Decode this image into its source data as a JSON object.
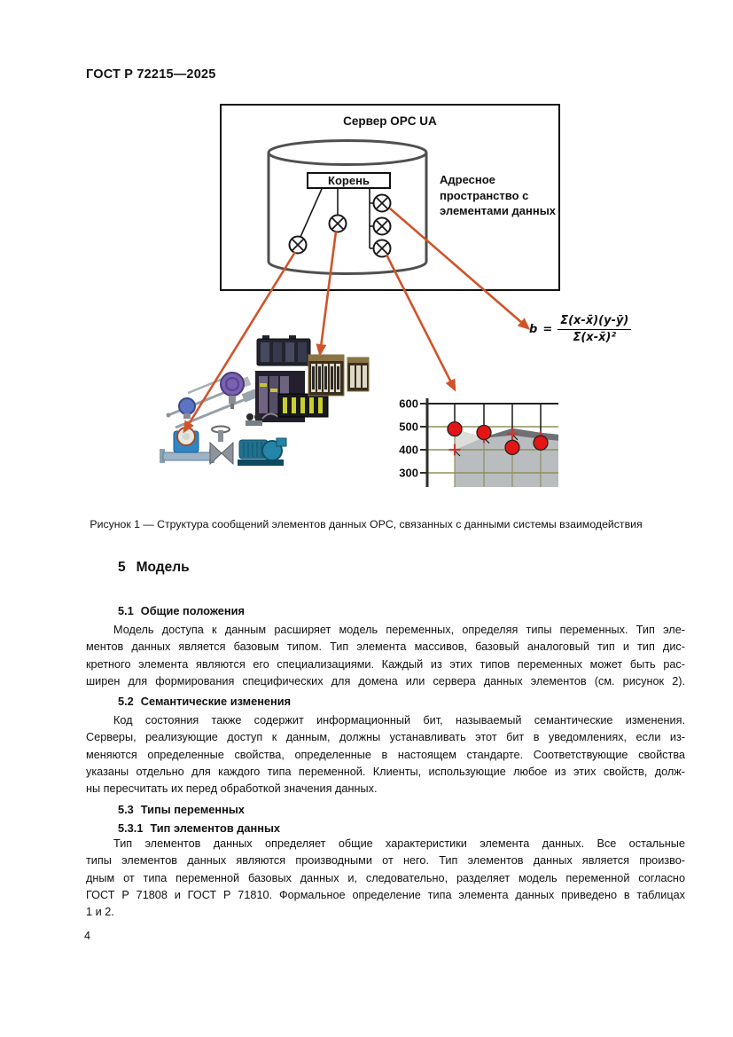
{
  "page": {
    "header": "ГОСТ Р 72215—2025",
    "page_number": "4"
  },
  "figure": {
    "server_box_label": "Сервер OPC UA",
    "root_label": "Корень",
    "address_space_label": "Адресное пространство с элементами данных",
    "formula": {
      "lhs": "b",
      "equals": "=",
      "numerator": "Σ(x-x̄)(y-ȳ)",
      "denominator": "Σ(x-x̄)²"
    },
    "caption": "Рисунок 1 — Структура сообщений элементов данных OPC, связанных с данными системы взаимодействия"
  },
  "chart_data": {
    "type": "area",
    "x": [
      1,
      2,
      3,
      4
    ],
    "series": [
      {
        "name": "circle-markers",
        "marker": "circle",
        "color": "#e31515",
        "values": [
          490,
          475,
          410,
          430
        ]
      },
      {
        "name": "cross-markers",
        "marker": "cross",
        "color": "#c43a33",
        "values": [
          400,
          455,
          470,
          455
        ]
      }
    ],
    "yticks": [
      600,
      500,
      400,
      300
    ],
    "ylim": [
      250,
      620
    ],
    "grid": true,
    "legend": "none",
    "title": "",
    "xlabel": "",
    "ylabel": ""
  },
  "colors": {
    "arrow": "#d0542a",
    "diagram_outline": "#4f4f4f",
    "chart_grid": "#8f8f5f",
    "area_light": "#b9bdbf",
    "area_pale": "#dcdedc",
    "area_dark": "#6e7174",
    "marker_red": "#e31515",
    "cross_red": "#c43a33"
  },
  "sections": {
    "main": {
      "number": "5",
      "title": "Модель"
    },
    "s51": {
      "number": "5.1",
      "title": "Общие положения",
      "lines": [
        "Модель доступа к данным расширяет модель переменных, определяя типы переменных. Тип эле-",
        "ментов данных является базовым типом. Тип элемента массивов, базовый аналоговый тип и тип дис-",
        "кретного элемента являются его специализациями. Каждый из этих типов переменных может быть рас-",
        "ширен для формирования специфических для домена или сервера данных элементов (см. рисунок 2)."
      ]
    },
    "s52": {
      "number": "5.2",
      "title": "Семантические изменения",
      "lines": [
        "Код состояния также содержит информационный бит, называемый семантические изменения.",
        "Серверы, реализующие доступ к данным, должны устанавливать этот бит в уведомлениях, если из-",
        "меняются определенные свойства, определенные в настоящем стандарте. Соответствующие свойства",
        "указаны отдельно для каждого типа переменной. Клиенты, использующие любое из этих свойств, долж-",
        "ны пересчитать их перед обработкой значения данных."
      ]
    },
    "s53": {
      "number": "5.3",
      "title": "Типы переменных"
    },
    "s531": {
      "number": "5.3.1",
      "title": "Тип элементов данных",
      "lines": [
        "Тип элементов данных определяет общие характеристики элемента данных. Все остальные",
        "типы элементов данных являются производными от него. Тип элементов данных является произво-",
        "дным от типа переменной базовых данных и, следовательно, разделяет модель переменной согласно",
        "ГОСТ Р 71808 и ГОСТ Р 71810. Формальное определение типа элемента данных приведено в таблицах",
        "1 и 2."
      ]
    }
  }
}
